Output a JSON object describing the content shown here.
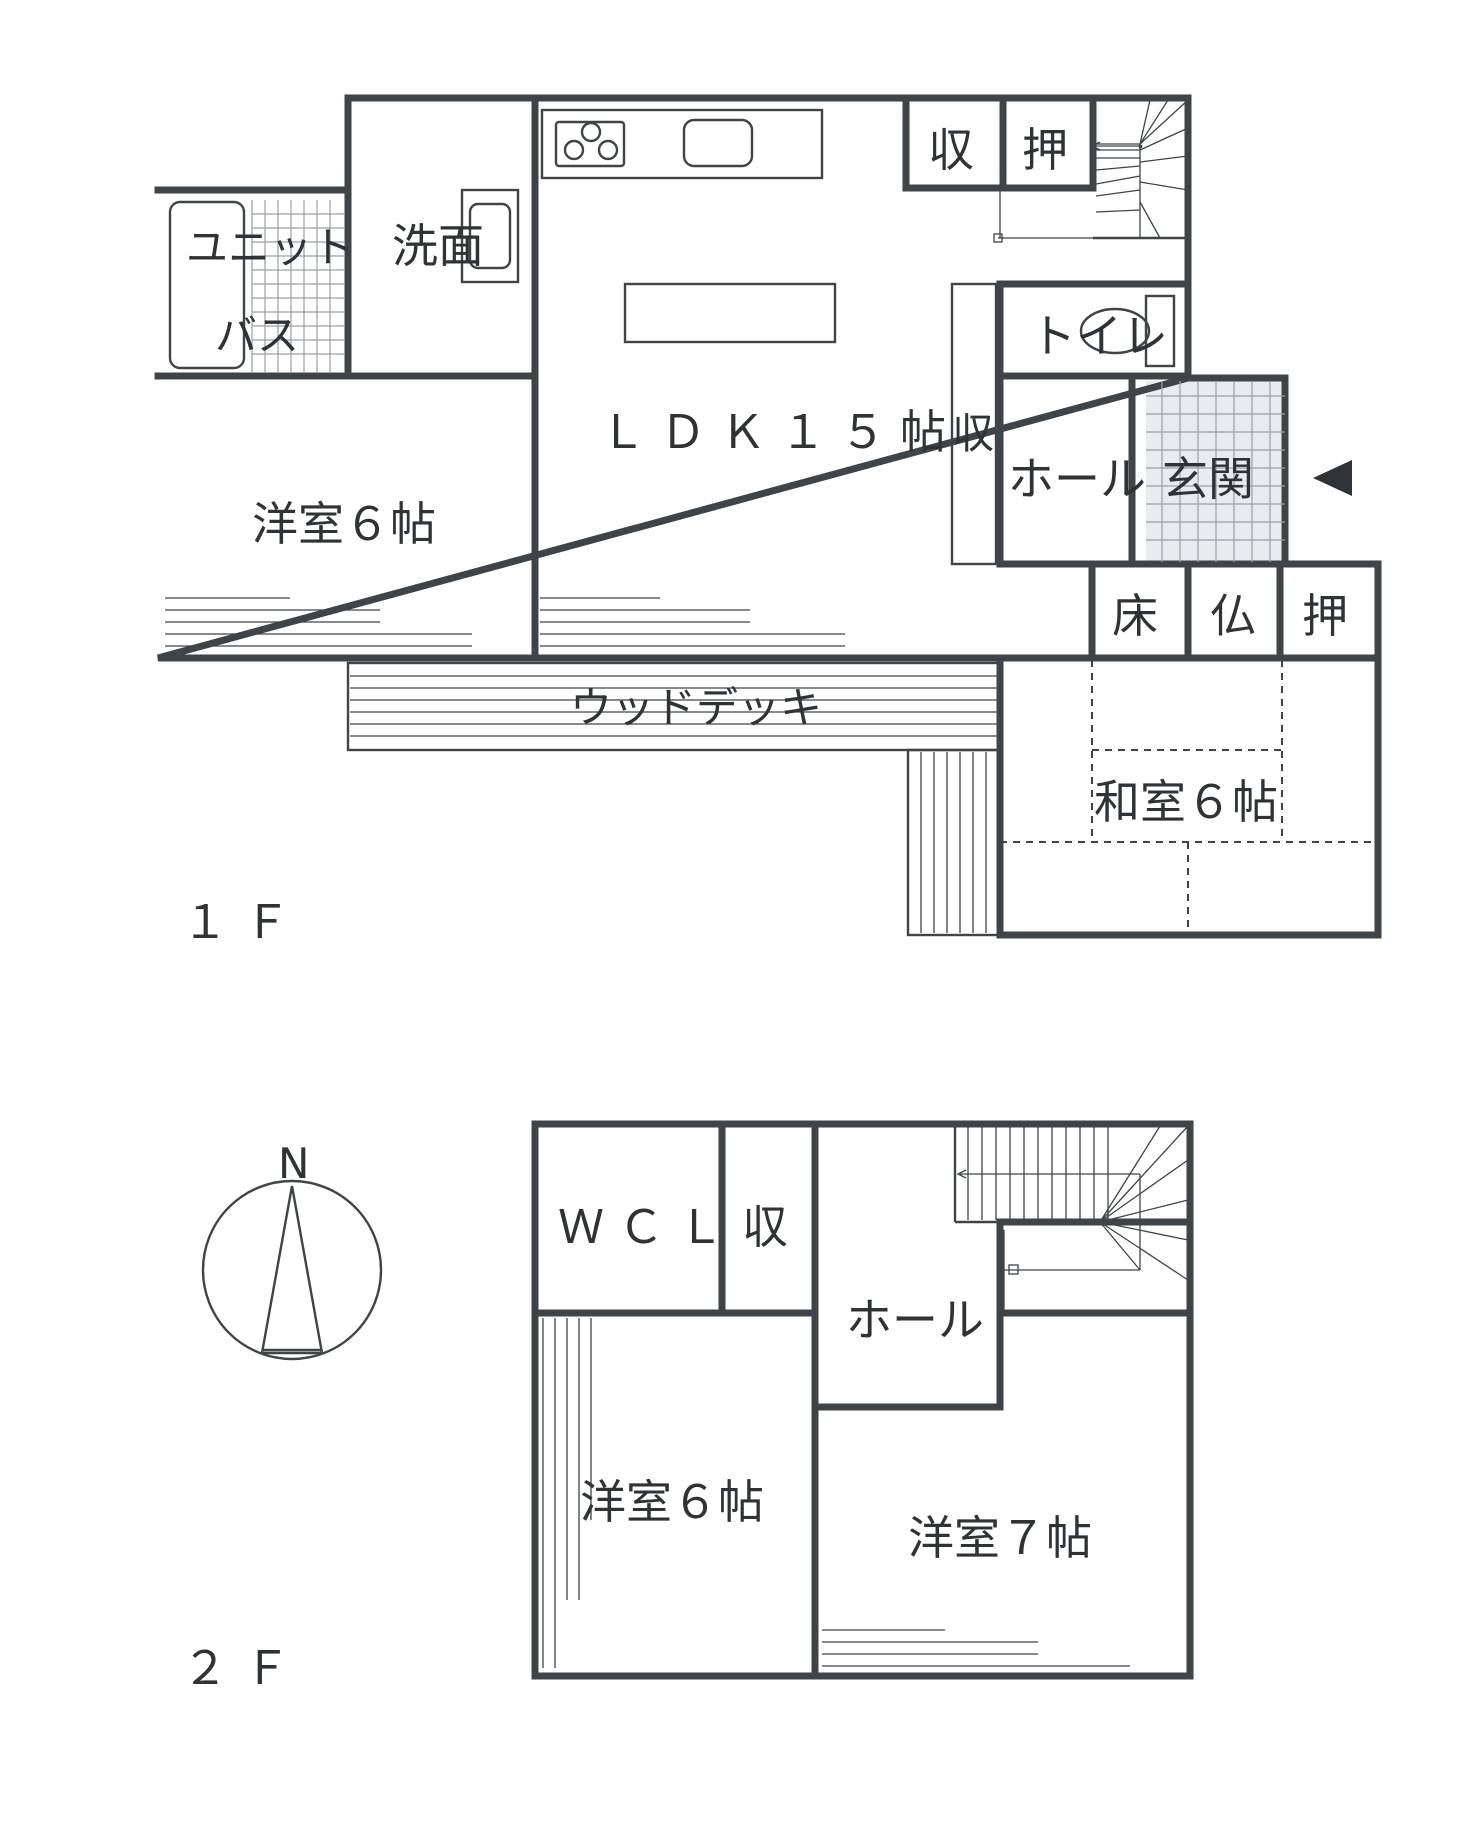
{
  "floor1": {
    "label": "１Ｆ",
    "rooms": {
      "unit_bath_top": "ユニット",
      "unit_bath_bottom": "バス",
      "washroom": "洗面",
      "ldk": "ＬＤＫ１５帖",
      "storage_top": "収",
      "closet_top": "押",
      "storage_side": "収",
      "toilet": "トイレ",
      "hall": "ホール",
      "entrance": "玄関",
      "western_room": "洋室６帖",
      "tokonoma": "床",
      "butsudan": "仏",
      "closet_japanese": "押",
      "wood_deck": "ウッドデッキ",
      "japanese_room": "和室６帖"
    }
  },
  "floor2": {
    "label": "２Ｆ",
    "rooms": {
      "wcl": "ＷＣＬ",
      "storage": "収",
      "hall": "ホール",
      "western_room_6": "洋室６帖",
      "western_room_7": "洋室７帖"
    }
  },
  "compass": {
    "north_label": "N"
  },
  "colors": {
    "wall": "#3f4448",
    "entrance_tile": "#e9ecee"
  }
}
